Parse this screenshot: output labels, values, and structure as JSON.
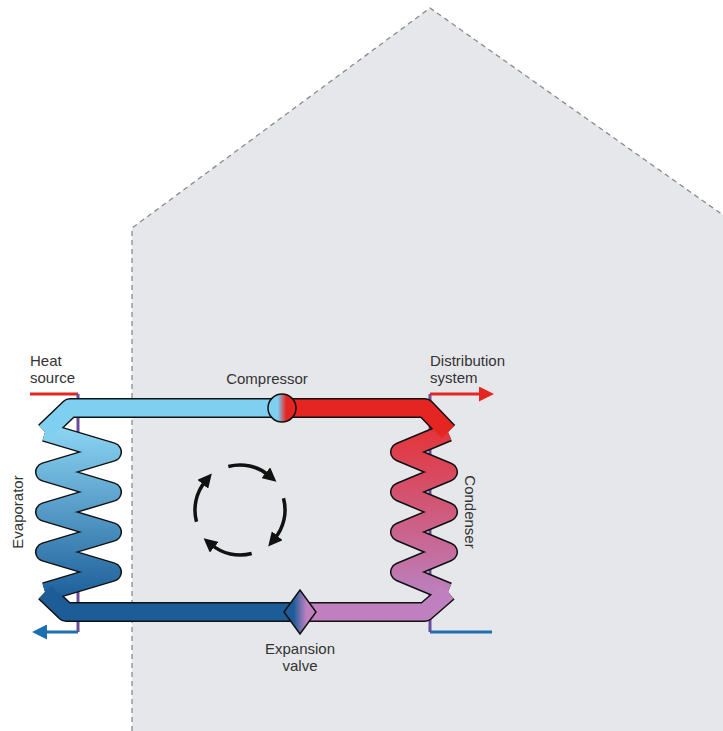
{
  "diagram": {
    "labels": [
      "Heat source",
      "Compressor",
      "Distribution system",
      "Evaporator",
      "Condenser",
      "Expansion valve"
    ]
  }
}
